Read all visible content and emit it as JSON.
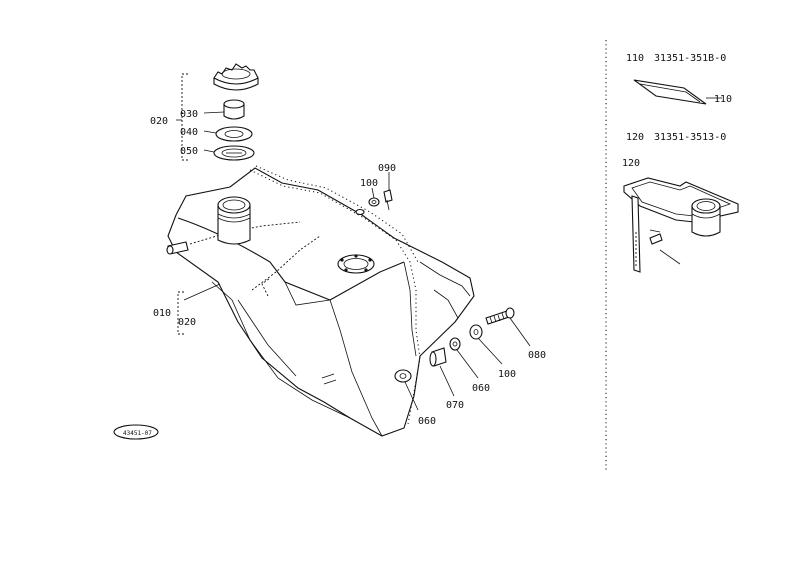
{
  "diagram_code": "43451-07",
  "callouts": {
    "c010": "010",
    "c020_tank": "020",
    "c020_cap": "020",
    "c030": "030",
    "c040": "040",
    "c050": "050",
    "c060_a": "060",
    "c060_b": "060",
    "c070": "070",
    "c080": "080",
    "c090": "090",
    "c100_a": "100",
    "c100_b": "100",
    "c110": "110",
    "c120": "120"
  },
  "side_panel": {
    "row110_ref": "110",
    "row110_part": "31351-351B-0",
    "row120_ref": "120",
    "row120_part": "31351-3513-0"
  }
}
